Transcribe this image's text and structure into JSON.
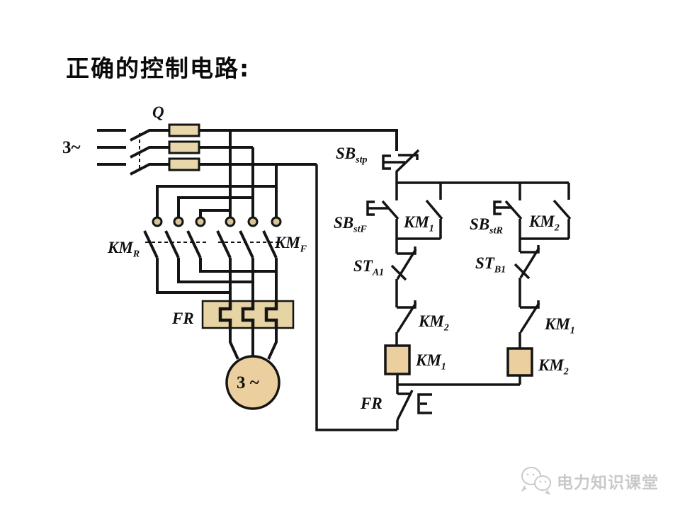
{
  "title": "正确的控制电路:",
  "labels": {
    "supply": {
      "text": "3~",
      "sub": ""
    },
    "switch_q": {
      "text": "Q",
      "sub": ""
    },
    "km_r": {
      "text": "KM",
      "sub": "R"
    },
    "km_f": {
      "text": "KM",
      "sub": "F"
    },
    "fr_power": {
      "text": "FR",
      "sub": ""
    },
    "motor": {
      "text": "3 ~",
      "sub": ""
    },
    "sb_stp": {
      "text": "SB",
      "sub": "stp"
    },
    "sb_stf": {
      "text": "SB",
      "sub": "stF"
    },
    "sb_str": {
      "text": "SB",
      "sub": "stR"
    },
    "km1_aux": {
      "text": "KM",
      "sub": "1"
    },
    "km2_aux": {
      "text": "KM",
      "sub": "2"
    },
    "st_a1": {
      "text": "ST",
      "sub": "A1"
    },
    "st_b1": {
      "text": "ST",
      "sub": "B1"
    },
    "km2_interlock": {
      "text": "KM",
      "sub": "2"
    },
    "km1_interlock": {
      "text": "KM",
      "sub": "1"
    },
    "km1_coil": {
      "text": "KM",
      "sub": "1"
    },
    "km2_coil": {
      "text": "KM",
      "sub": "2"
    },
    "fr_control": {
      "text": "FR",
      "sub": ""
    }
  },
  "watermark": {
    "text": "电力知识课堂"
  },
  "colors": {
    "line": "#141414",
    "component_fill": "#eccf9e",
    "fuse_fill": "#e9d7ac",
    "terminal_fill": "#d8c498",
    "watermark": "#c9c9c9"
  }
}
